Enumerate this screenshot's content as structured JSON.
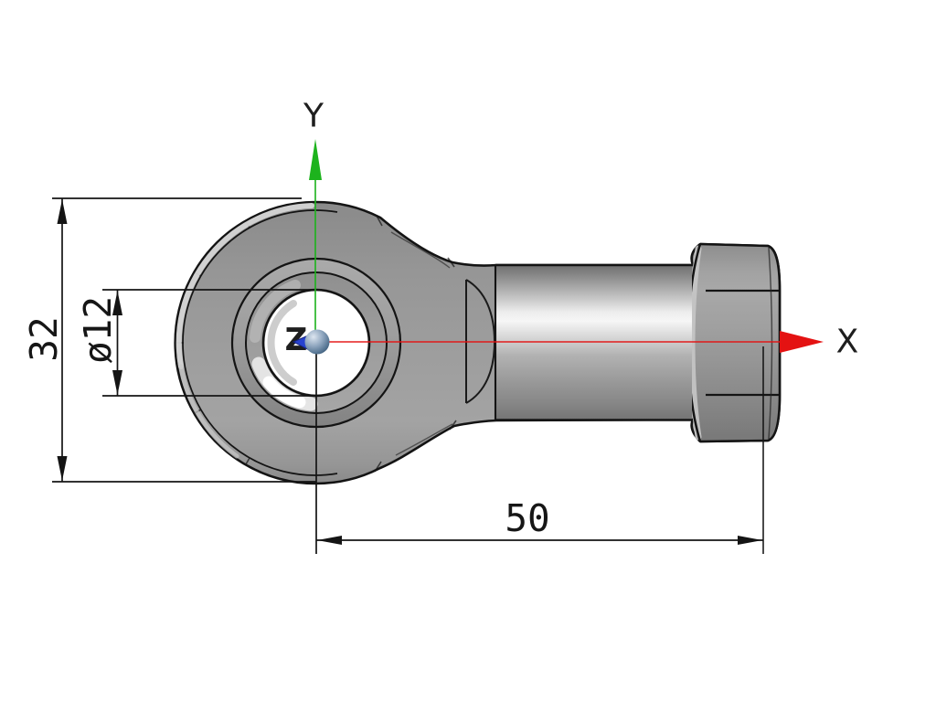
{
  "viewport": {
    "background": "#ffffff",
    "view_name": "cad-front-view",
    "part": {
      "name": "rod-end-bearing",
      "body_color": "#9b9b9b",
      "edge_color": "#141414"
    },
    "axes": {
      "x": {
        "label": "X",
        "color": "#e41212"
      },
      "y": {
        "label": "Y",
        "color": "#1db31d"
      },
      "z": {
        "label": "Z",
        "color": "#2742cf"
      }
    },
    "dimensions": {
      "height": {
        "value": "32"
      },
      "bore_diameter": {
        "value": "ø12"
      },
      "length": {
        "value": "50"
      }
    }
  }
}
